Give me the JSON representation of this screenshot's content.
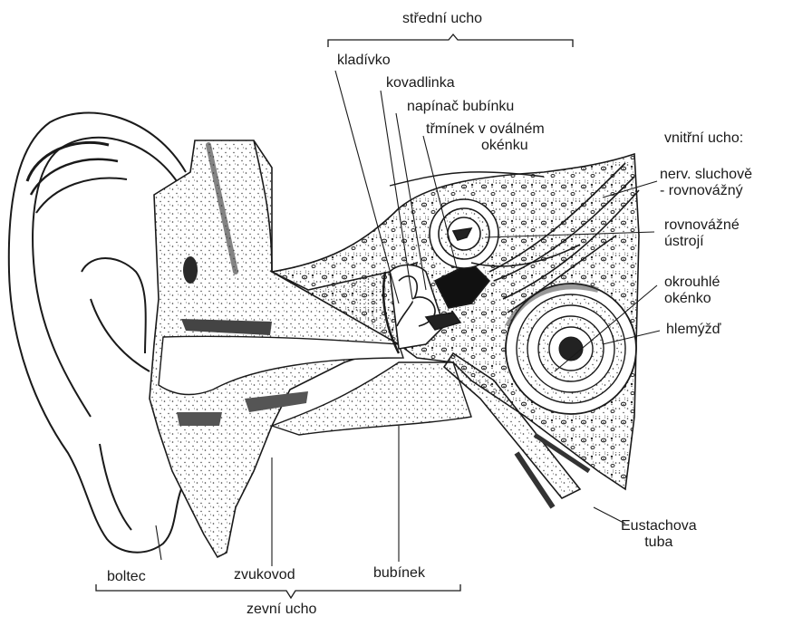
{
  "diagram": {
    "labels": {
      "stredni_ucho": "střední ucho",
      "kladivko": "kladívko",
      "kovadlinka": "kovadlinka",
      "napinac": "napínač bubínku",
      "trminek_1": "třmínek v oválném",
      "trminek_2": "okénku",
      "vnitrni_ucho": "vnitřní ucho:",
      "nerv_1": "nerv. sluchově",
      "nerv_2": "- rovnovážný",
      "rovnovazne_1": "rovnovážné",
      "rovnovazne_2": "ústrojí",
      "okrouhle_1": "okrouhlé",
      "okrouhle_2": "okénko",
      "hlemyzd": "hlemýžď",
      "eustach_1": "Eustachova",
      "eustach_2": "tuba",
      "boltec": "boltec",
      "zvukovod": "zvukovod",
      "bubinek": "bubínek",
      "zevni_ucho": "zevní ucho"
    },
    "colors": {
      "ink": "#1a1a1a",
      "paper": "#ffffff",
      "stipple": "#3a3a3a"
    }
  }
}
